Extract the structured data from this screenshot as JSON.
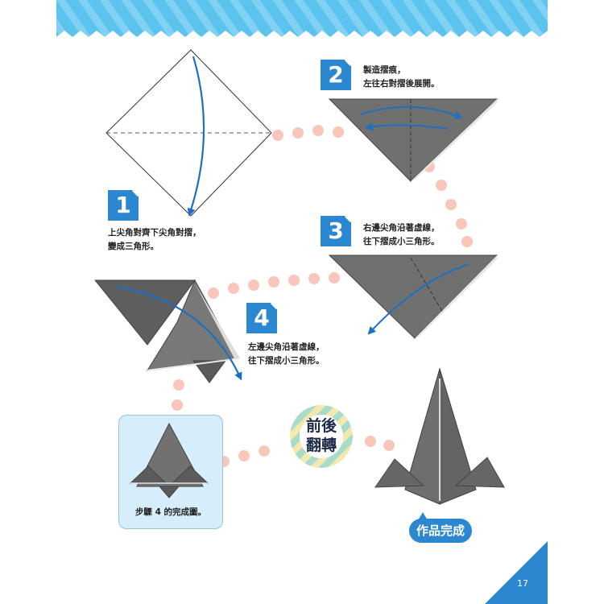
{
  "page": {
    "number": "17"
  },
  "steps": [
    {
      "number": "1",
      "caption_lines": [
        "上尖角對齊下尖角對摺，",
        "變成三角形。"
      ]
    },
    {
      "number": "2",
      "caption_lines": [
        "製造摺痕，",
        "左往右對摺後展開。"
      ]
    },
    {
      "number": "3",
      "caption_lines": [
        "右邊尖角沿著虛線，",
        "往下摺成小三角形。"
      ]
    },
    {
      "number": "4",
      "caption_lines": [
        "左邊尖角沿著虛線，",
        "往下摺成小三角形。"
      ]
    }
  ],
  "result_box": {
    "caption": "步驟 4 的完成圖。"
  },
  "flip_badge": {
    "lines": [
      "前後",
      "翻轉"
    ]
  },
  "finished": {
    "label": "作品完成"
  },
  "colors": {
    "banner": "#5cc3ee",
    "paper": "#6f6f6f",
    "arrow": "#1f6fc1",
    "step_badge": "#2b87cf",
    "dots": "#f9c6bc",
    "result_box_bg": "#d6eefb"
  }
}
